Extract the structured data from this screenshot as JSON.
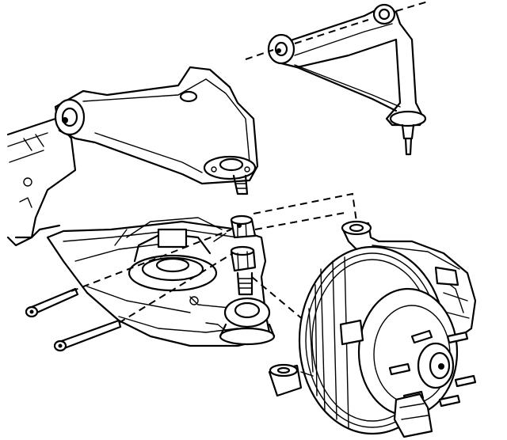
{
  "figure": {
    "kind": "exploded-view line drawing",
    "style": "black line art on white",
    "colors": {
      "ink": "#000000",
      "paper": "#ffffff"
    },
    "parts": [
      "frame-section",
      "upper-control-arm-installed",
      "upper-control-arm-removed",
      "lower-control-arm",
      "coil-spring",
      "ball-joint",
      "castle-nut",
      "cotter-pin-upper",
      "cotter-pin-lower",
      "steering-knuckle",
      "brake-rotor-hub",
      "wheel-studs",
      "brake-caliper",
      "knuckle-boss-lower"
    ]
  }
}
